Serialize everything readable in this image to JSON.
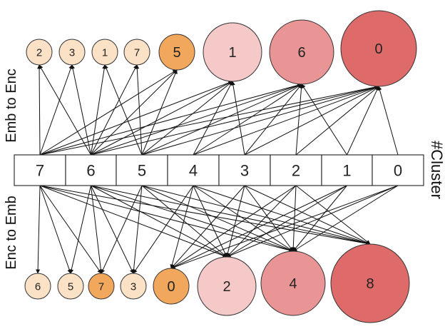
{
  "side_labels": {
    "top": "Emb to Enc",
    "bottom": "Enc to Emb",
    "right": "#Cluster"
  },
  "colors": {
    "light": "#fbe1c6",
    "orange": "#f2a85c",
    "pink_light": "#f6c9c9",
    "pink": "#e99595",
    "red": "#df6a6a",
    "stroke": "#333333",
    "edge": "#111111",
    "cell_fill": "#ffffff"
  },
  "cells": [
    {
      "label": "7"
    },
    {
      "label": "6"
    },
    {
      "label": "5"
    },
    {
      "label": "4"
    },
    {
      "label": "3"
    },
    {
      "label": "2"
    },
    {
      "label": "1"
    },
    {
      "label": "0"
    }
  ],
  "top_nodes": [
    {
      "label": "2",
      "color": "light"
    },
    {
      "label": "3",
      "color": "light"
    },
    {
      "label": "1",
      "color": "light"
    },
    {
      "label": "7",
      "color": "light"
    },
    {
      "label": "5",
      "color": "orange"
    },
    {
      "label": "1",
      "color": "pink_light"
    },
    {
      "label": "6",
      "color": "pink"
    },
    {
      "label": "0",
      "color": "red"
    }
  ],
  "bottom_nodes": [
    {
      "label": "6",
      "color": "light"
    },
    {
      "label": "5",
      "color": "light"
    },
    {
      "label": "7",
      "color": "orange"
    },
    {
      "label": "3",
      "color": "light"
    },
    {
      "label": "0",
      "color": "orange"
    },
    {
      "label": "2",
      "color": "pink_light"
    },
    {
      "label": "4",
      "color": "pink"
    },
    {
      "label": "8",
      "color": "red"
    }
  ]
}
